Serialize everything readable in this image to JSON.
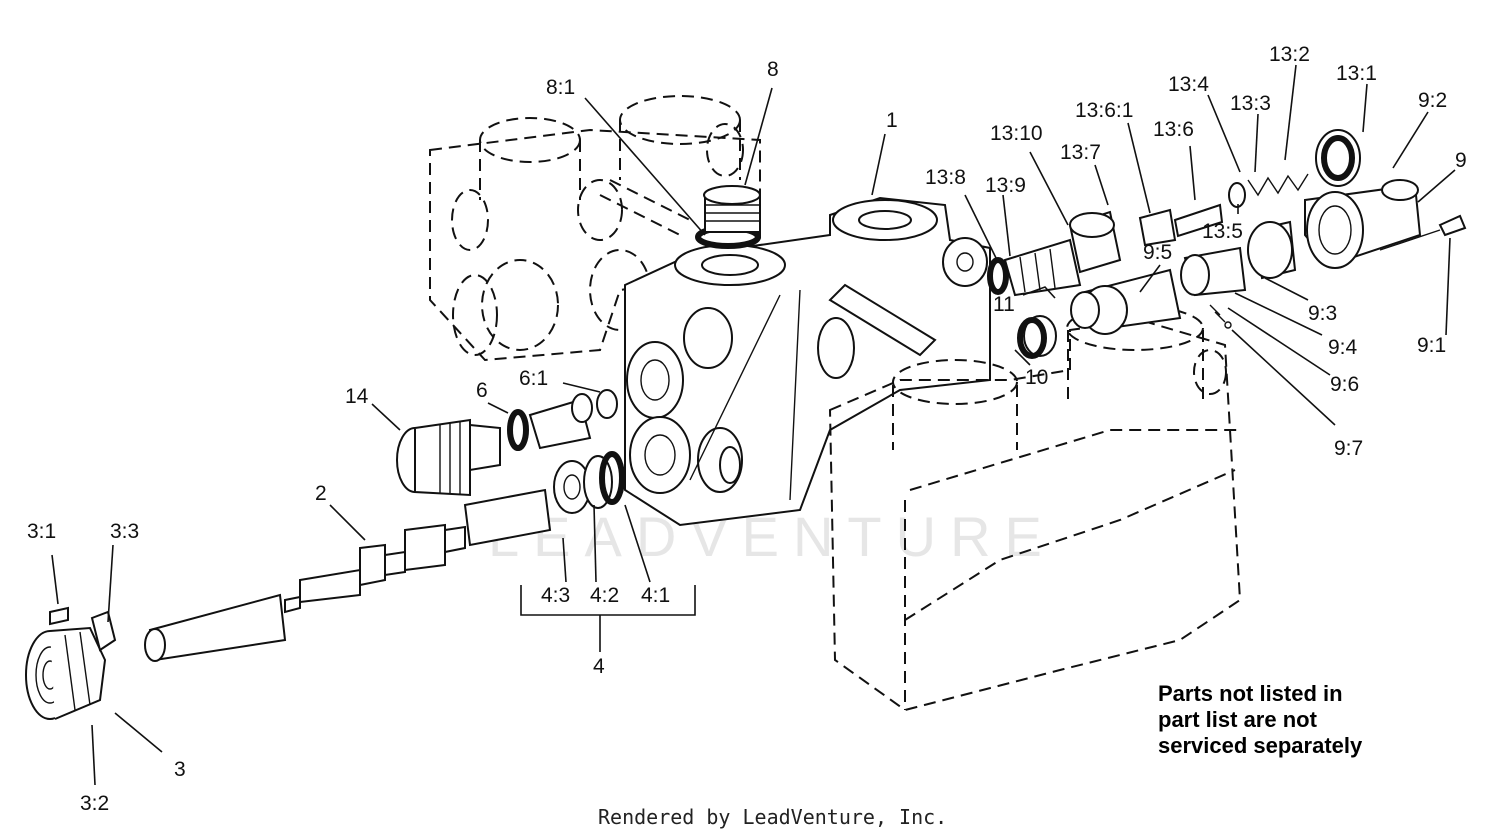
{
  "labels": {
    "l1": "1",
    "l2": "2",
    "l3": "3",
    "l3_1": "3:1",
    "l3_2": "3:2",
    "l3_3": "3:3",
    "l4": "4",
    "l4_1": "4:1",
    "l4_2": "4:2",
    "l4_3": "4:3",
    "l6": "6",
    "l6_1": "6:1",
    "l8": "8",
    "l8_1": "8:1",
    "l9": "9",
    "l9_1": "9:1",
    "l9_2": "9:2",
    "l9_3": "9:3",
    "l9_4": "9:4",
    "l9_5": "9:5",
    "l9_6": "9:6",
    "l9_7": "9:7",
    "l10": "10",
    "l11": "11",
    "l13_1": "13:1",
    "l13_2": "13:2",
    "l13_3": "13:3",
    "l13_4": "13:4",
    "l13_5": "13:5",
    "l13_6": "13:6",
    "l13_6_1": "13:6:1",
    "l13_7": "13:7",
    "l13_8": "13:8",
    "l13_9": "13:9",
    "l13_10": "13:10",
    "l14": "14"
  },
  "note": {
    "line1": "Parts not listed in",
    "line2": "part list are not",
    "line3": "serviced separately"
  },
  "watermark": "LEADVENTURE",
  "footer": "Rendered by LeadVenture, Inc."
}
